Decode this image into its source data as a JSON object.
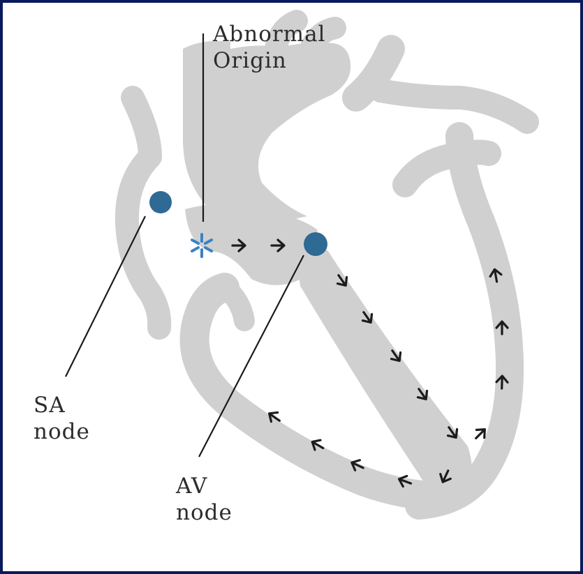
{
  "labels": {
    "abnormal_origin": [
      "Abnormal",
      "Origin"
    ],
    "sa_node": [
      "SA",
      "node"
    ],
    "av_node": [
      "AV",
      "node"
    ]
  },
  "colors": {
    "heart": "#d0d0d0",
    "node": "#2e6a93",
    "star": "#3a82c4",
    "arrow": "#1c1c1c",
    "line": "#1a1a1a",
    "border": "#0b1a5a"
  }
}
